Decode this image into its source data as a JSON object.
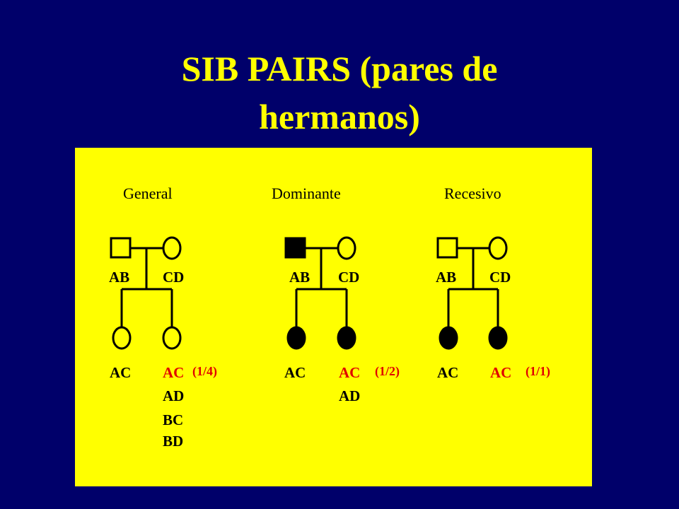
{
  "title": {
    "line1": "SIB PAIRS (pares de",
    "line2": "hermanos)"
  },
  "colors": {
    "background": "#00006a",
    "title": "#ffff00",
    "panel": "#ffff00",
    "highlight": "#e00000",
    "affected": "#000000"
  },
  "pedigrees": [
    {
      "label": "General",
      "father": "AB",
      "mother": "CD",
      "sib1": "AC",
      "sib2_highlight": "AC",
      "sib2_others": [
        "AD",
        "BC",
        "BD"
      ],
      "ratio": "(1/4)",
      "father_affected": false,
      "children_affected": false
    },
    {
      "label": "Dominante",
      "father": "AB",
      "mother": "CD",
      "sib1": "AC",
      "sib2_highlight": "AC",
      "sib2_others": [
        "AD"
      ],
      "ratio": "(1/2)",
      "father_affected": true,
      "children_affected": true
    },
    {
      "label": "Recesivo",
      "father": "AB",
      "mother": "CD",
      "sib1": "AC",
      "sib2_highlight": "AC",
      "sib2_others": [],
      "ratio": "(1/1)",
      "father_affected": false,
      "children_affected": true
    }
  ]
}
